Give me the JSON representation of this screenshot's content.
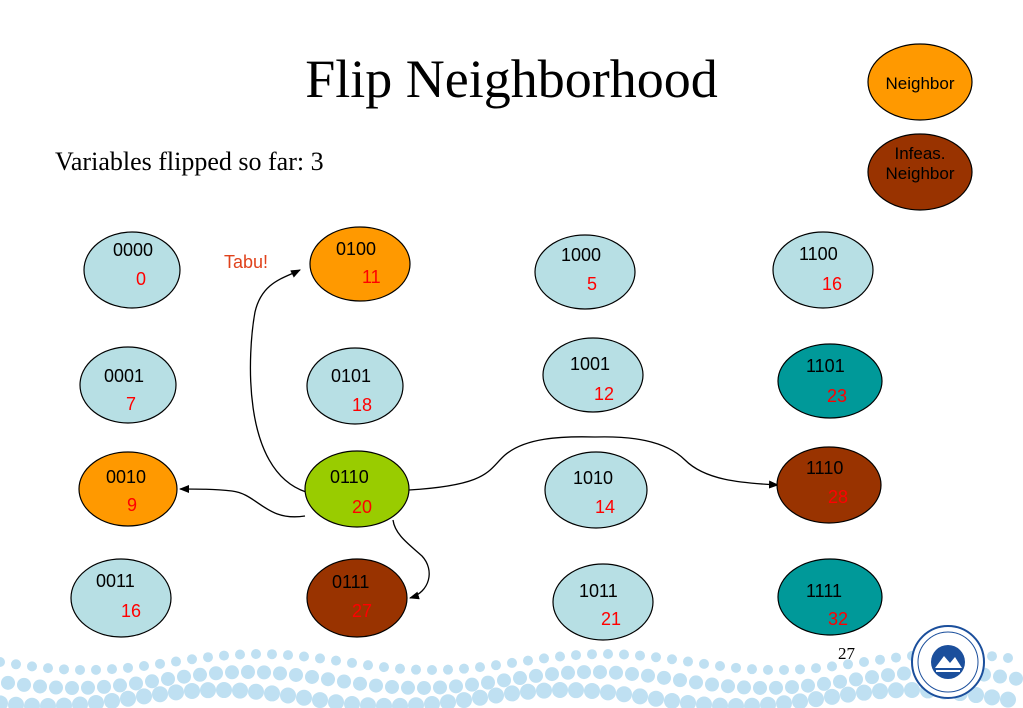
{
  "title": "Flip Neighborhood",
  "subtitle": "Variables flipped so far: 3",
  "slide_number": "27",
  "tabu_label": "Tabu!",
  "legend": [
    {
      "label": "Neighbor",
      "color": "#ff9900"
    },
    {
      "label_line1": "Infeas.",
      "label_line2": "Neighbor",
      "color": "#993300"
    }
  ],
  "colors": {
    "normal": "#b7dfe4",
    "neighbor": "#ff9900",
    "infeasible": "#993300",
    "current": "#99cc00",
    "teal": "#009999",
    "value_text": "#ff0000"
  },
  "nodes": [
    {
      "code": "0000",
      "value": "0",
      "state": "normal"
    },
    {
      "code": "0001",
      "value": "7",
      "state": "normal"
    },
    {
      "code": "0010",
      "value": "9",
      "state": "neighbor"
    },
    {
      "code": "0011",
      "value": "16",
      "state": "normal"
    },
    {
      "code": "0100",
      "value": "11",
      "state": "neighbor"
    },
    {
      "code": "0101",
      "value": "18",
      "state": "normal"
    },
    {
      "code": "0110",
      "value": "20",
      "state": "current"
    },
    {
      "code": "0111",
      "value": "27",
      "state": "infeasible"
    },
    {
      "code": "1000",
      "value": "5",
      "state": "normal"
    },
    {
      "code": "1001",
      "value": "12",
      "state": "normal"
    },
    {
      "code": "1010",
      "value": "14",
      "state": "normal"
    },
    {
      "code": "1011",
      "value": "21",
      "state": "normal"
    },
    {
      "code": "1100",
      "value": "16",
      "state": "normal"
    },
    {
      "code": "1101",
      "value": "23",
      "state": "teal"
    },
    {
      "code": "1110",
      "value": "28",
      "state": "infeasible"
    },
    {
      "code": "1111",
      "value": "32",
      "state": "teal"
    }
  ],
  "edges": [
    {
      "from": "0110",
      "to": "0100"
    },
    {
      "from": "0110",
      "to": "0010"
    },
    {
      "from": "0110",
      "to": "0111"
    },
    {
      "from": "0110",
      "to": "1110"
    }
  ]
}
